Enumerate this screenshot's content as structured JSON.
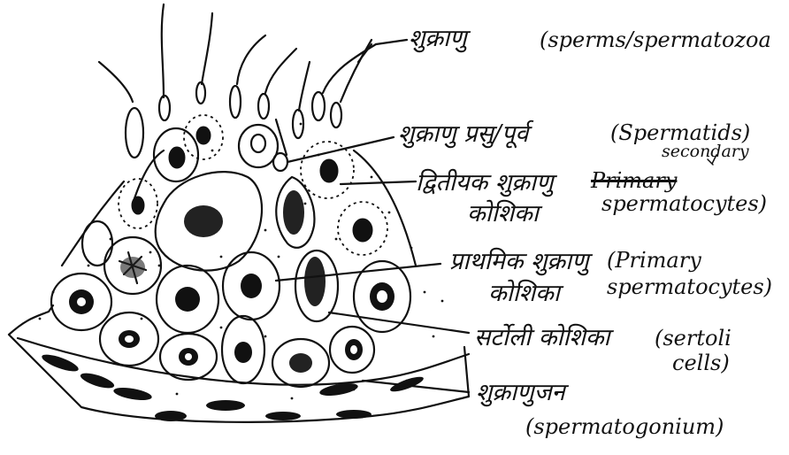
{
  "colors": {
    "ink": "#111111",
    "paper": "#ffffff"
  },
  "labels": {
    "sperm_hi": "शुक्राणु",
    "sperm_en": "(sperms/spermatozoa",
    "spermatid_hi": "शुक्राणु प्रसु/पूर्व",
    "spermatid_en": "(Spermatids)",
    "secondary_correction": "secondary",
    "secondary_hi_line1": "द्वितीयक शुक्राणु",
    "secondary_hi_line2": "कोशिका",
    "secondary_struck": "Primary",
    "secondary_en": "spermatocytes)",
    "primary_hi_line1": "प्राथमिक शुक्राणु",
    "primary_hi_line2": "कोशिका",
    "primary_en_line1": "(Primary",
    "primary_en_line2": "spermatocytes)",
    "sertoli_hi": "सर्टोली कोशिका",
    "sertoli_en_line1": "(sertoli",
    "sertoli_en_line2": "cells)",
    "spermatogonium_hi": "शुक्राणुजन",
    "spermatogonium_en": "(spermatogonium)"
  }
}
